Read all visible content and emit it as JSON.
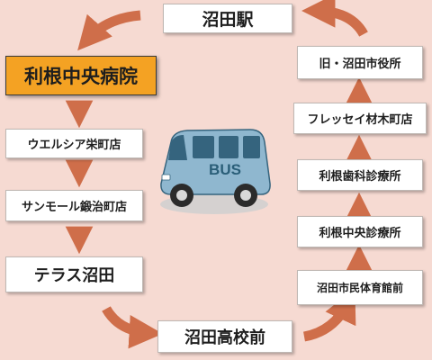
{
  "route": {
    "stops": [
      {
        "id": "numata-station",
        "label": "沼田駅"
      },
      {
        "id": "tone-chuo-hospital",
        "label": "利根中央病院",
        "highlighted": true
      },
      {
        "id": "welcia",
        "label": "ウエルシア栄町店"
      },
      {
        "id": "sunmall",
        "label": "サンモール鍛治町店"
      },
      {
        "id": "terrace-numata",
        "label": "テラス沼田"
      },
      {
        "id": "numata-high",
        "label": "沼田高校前"
      },
      {
        "id": "gymnasium",
        "label": "沼田市民体育館前"
      },
      {
        "id": "tone-chuo-clinic",
        "label": "利根中央診療所"
      },
      {
        "id": "tone-dental",
        "label": "利根歯科診療所"
      },
      {
        "id": "fressay",
        "label": "フレッセイ材木町店"
      },
      {
        "id": "old-city-office",
        "label": "旧・沼田市役所"
      }
    ]
  },
  "bus": {
    "label": "BUS",
    "icon": "bus-icon"
  },
  "colors": {
    "background": "#f6dad2",
    "highlight": "#f4a223",
    "arrow": "#cf6e4a",
    "bus_body": "#8fb7cf",
    "bus_window": "#35647e",
    "bus_text": "#2a5e78"
  }
}
